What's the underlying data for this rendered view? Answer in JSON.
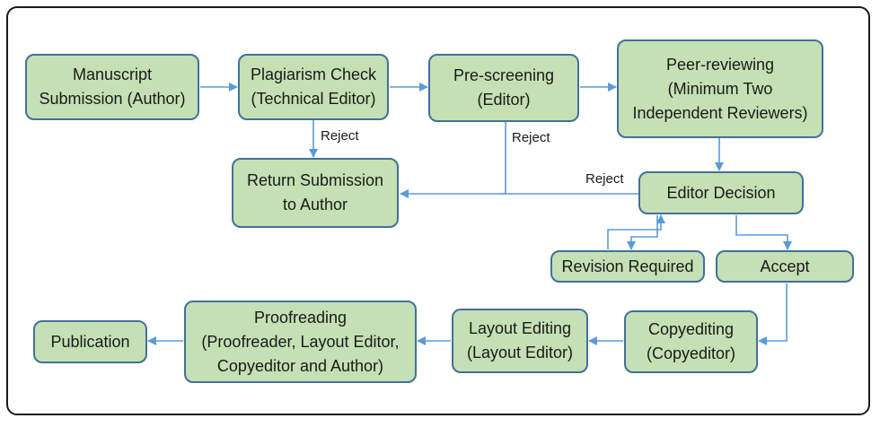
{
  "nodes": {
    "manuscript_submission": "Manuscript\nSubmission (Author)",
    "plagiarism_check": "Plagiarism Check\n(Technical Editor)",
    "pre_screening": "Pre-screening\n(Editor)",
    "peer_reviewing": "Peer-reviewing\n(Minimum Two\nIndependent Reviewers)",
    "return_submission": "Return Submission\nto Author",
    "editor_decision": "Editor Decision",
    "revision_required": "Revision Required",
    "accept": "Accept",
    "copyediting": "Copyediting\n(Copyeditor)",
    "layout_editing": "Layout Editing\n(Layout Editor)",
    "proofreading": "Proofreading\n(Proofreader, Layout Editor,\nCopyeditor and Author)",
    "publication": "Publication"
  },
  "edge_labels": {
    "reject_plagiarism": "Reject",
    "reject_prescreening": "Reject",
    "reject_editor": "Reject"
  },
  "colors": {
    "box_fill": "#c5e0b4",
    "box_border": "#41719c",
    "connector": "#5b9bd5"
  }
}
